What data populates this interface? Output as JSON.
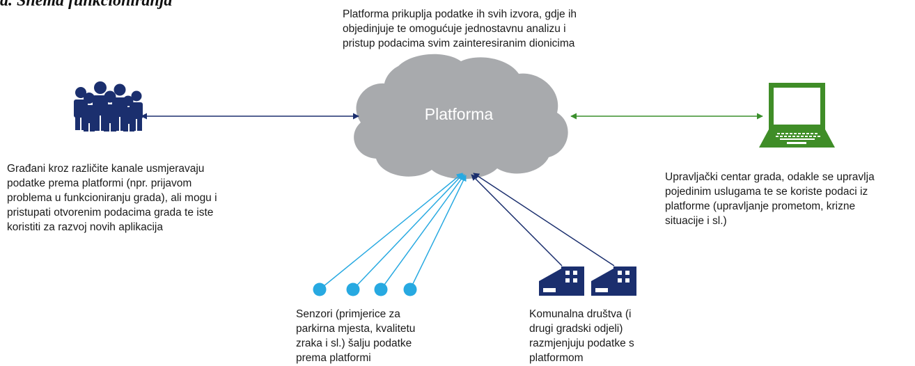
{
  "title_fragment": "a. Shema funkcioniranja",
  "platform": {
    "label": "Platforma",
    "description": "Platforma prikuplja podatke ih svih izvora, gdje ih\nobjedinjuje te omogućuje jednostavnu analizu i\npristup podacima svim zainteresiranim dionicima"
  },
  "citizens": {
    "icon": "people-group-icon",
    "description": "Građani kroz različite kanale usmjeravaju\npodatke prema platformi (npr. prijavom\nproblema u funkcioniranju grada), ali mogu i\npristupati otvorenim podacima grada te iste\nkoristiti za razvoj novih aplikacija"
  },
  "control_center": {
    "icon": "laptop-icon",
    "description": "Upravljački centar grada, odakle se upravlja\npojedinim uslugama te se koriste podaci iz\nplatforme (upravljanje prometom, krizne\nsituacije i sl.)"
  },
  "sensors": {
    "icon": "sensor-dot-icon",
    "description": "Senzori (primjerice za\nparkirna mjesta, kvalitetu\nzraka i sl.) šalju podatke\nprema platformi"
  },
  "utilities": {
    "icon": "factory-icon",
    "description": "Komunalna društva (i\ndrugi gradski odjeli)\nrazmjenjuju podatke s\nplatformom"
  },
  "colors": {
    "cloud": "#a8aaad",
    "navy": "#1b2f6e",
    "green": "#3a8f2c",
    "cyan": "#27a9e1",
    "laptop": "#3f8d27"
  }
}
